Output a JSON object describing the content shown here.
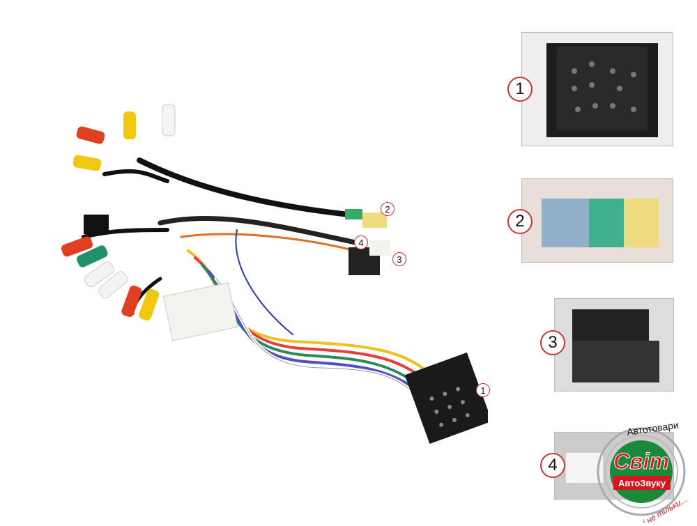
{
  "callouts": [
    "1",
    "2",
    "3",
    "4"
  ],
  "insets": [
    {
      "number": "1",
      "subject": "connector-1"
    },
    {
      "number": "2",
      "subject": "connector-2"
    },
    {
      "number": "3",
      "subject": "connector-3"
    },
    {
      "number": "4",
      "subject": "connector-4"
    }
  ],
  "logo": {
    "arc_top": "Автотовари",
    "brand": "Світ",
    "sub": "АвтоЗвуку",
    "arc_bottom": "і не тільки..."
  },
  "colors": {
    "logo_green": "#1a8a3a",
    "logo_red": "#d8141c",
    "callout_border": "#cc3333"
  }
}
